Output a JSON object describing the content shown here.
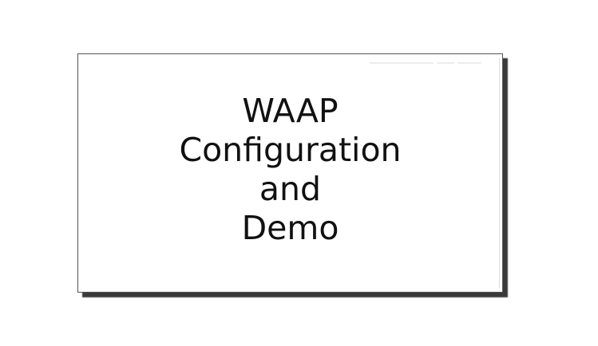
{
  "slide": {
    "title_lines": [
      "WAAP",
      "Configuration",
      "and",
      "Demo"
    ]
  },
  "colors": {
    "background": "#ffffff",
    "slide_border": "#555555",
    "shadow": "#3a3a3a",
    "title_text": "#111111"
  }
}
